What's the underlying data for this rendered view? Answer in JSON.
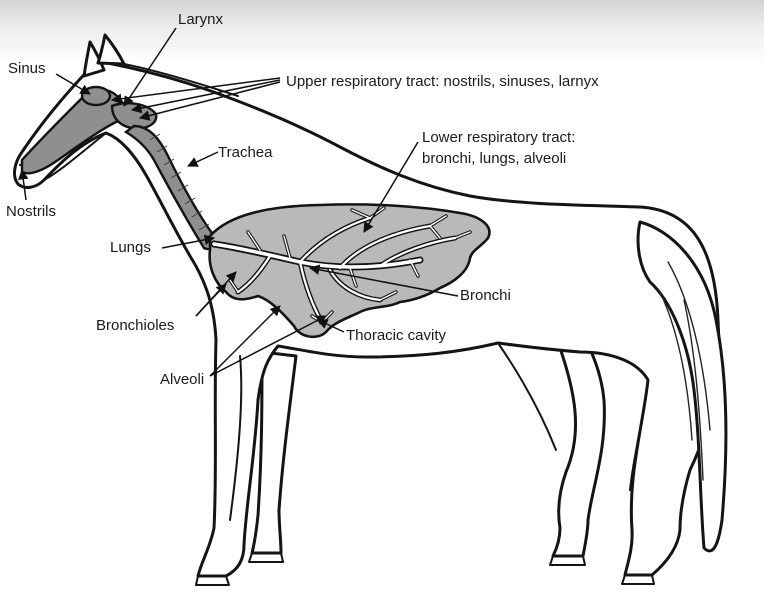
{
  "labels": {
    "larynx": "Larynx",
    "sinus": "Sinus",
    "upper_tract": "Upper respiratory tract: nostrils, sinuses, larnyx",
    "trachea": "Trachea",
    "lower_tract_line1": "Lower respiratory tract:",
    "lower_tract_line2": "bronchi, lungs, alveoli",
    "nostrils": "Nostrils",
    "lungs": "Lungs",
    "bronchi": "Bronchi",
    "bronchioles": "Bronchioles",
    "thoracic_cavity": "Thoracic cavity",
    "alveoli": "Alveoli"
  }
}
